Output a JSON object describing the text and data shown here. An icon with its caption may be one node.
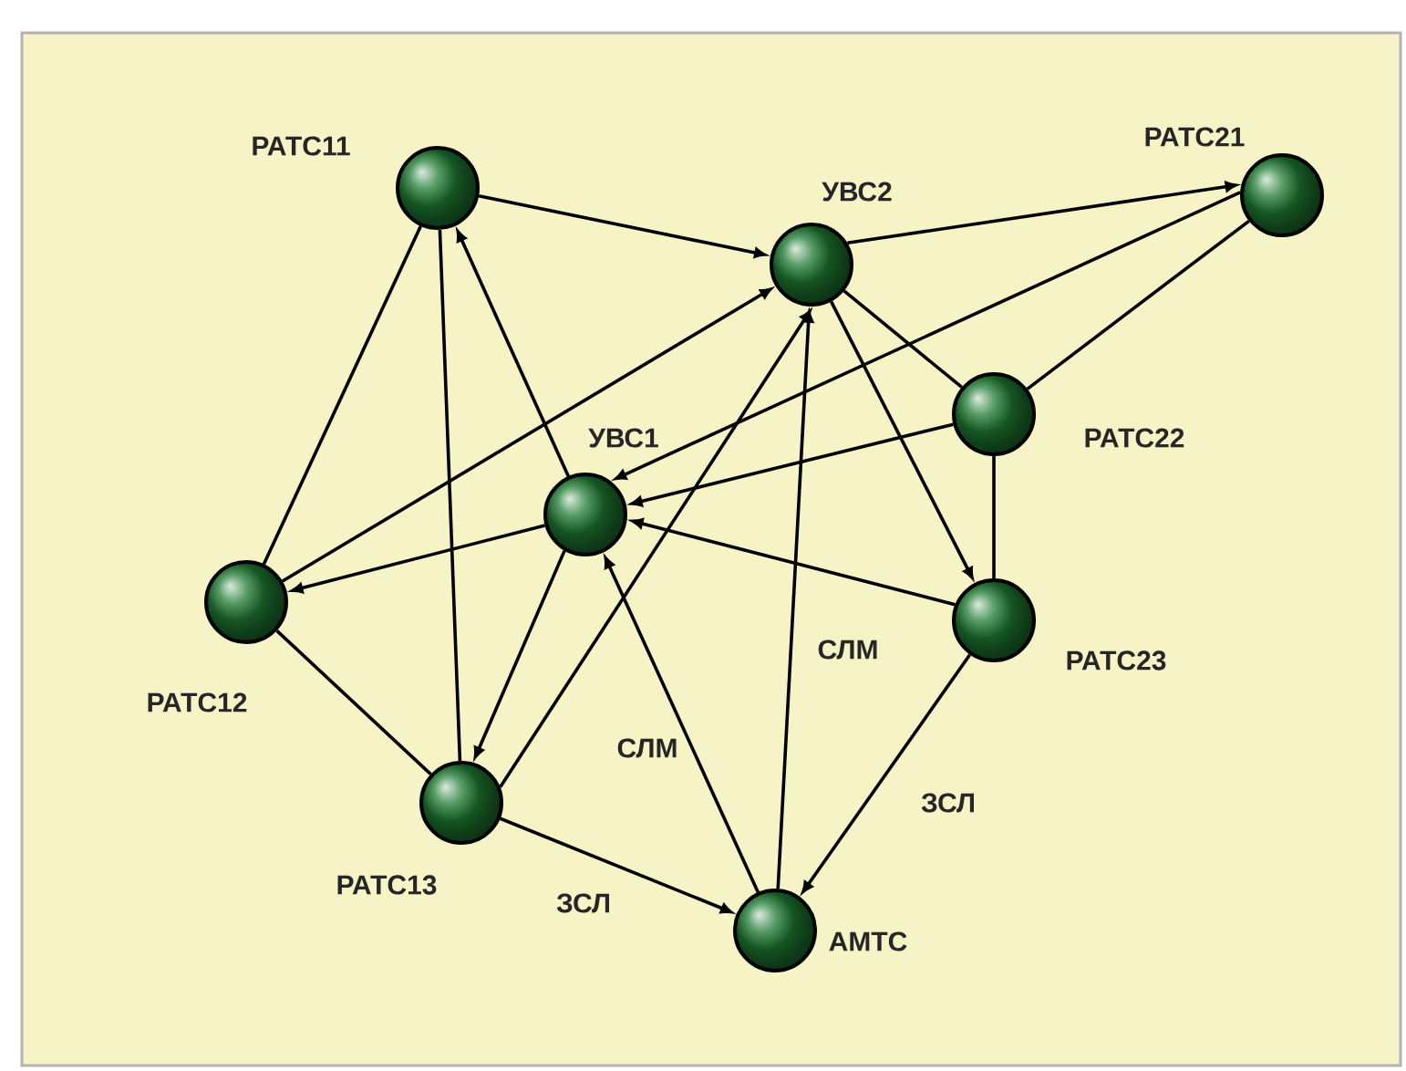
{
  "diagram": {
    "nodes": [
      {
        "text": [
          "РАТС11"
        ]
      },
      {
        "text": [
          "УВС2"
        ]
      },
      {
        "text": [
          "РАТС21"
        ]
      },
      {
        "text": [
          "УВС1"
        ]
      },
      {
        "text": [
          "РАТС22"
        ]
      },
      {
        "text": [
          "РАТС12"
        ]
      },
      {
        "text": [
          "РАТС23"
        ]
      },
      {
        "text": [
          "РАТС13"
        ]
      },
      {
        "text": [
          "АМТС"
        ]
      }
    ],
    "edges": [
      {
        "from": 0,
        "to": 1,
        "arrow": "to"
      },
      {
        "from": 1,
        "to": 2,
        "arrow": "to"
      },
      {
        "from": 3,
        "to": 0,
        "arrow": "to"
      },
      {
        "from": 0,
        "to": 5,
        "arrow": "none"
      },
      {
        "from": 0,
        "to": 7,
        "arrow": "none"
      },
      {
        "from": 5,
        "to": 1,
        "arrow": "to"
      },
      {
        "from": 3,
        "to": 5,
        "arrow": "to"
      },
      {
        "from": 2,
        "to": 3,
        "arrow": "to"
      },
      {
        "from": 2,
        "to": 4,
        "arrow": "none"
      },
      {
        "from": 4,
        "to": 3,
        "arrow": "to"
      },
      {
        "from": 1,
        "to": 4,
        "arrow": "none"
      },
      {
        "from": 1,
        "to": 6,
        "arrow": "to"
      },
      {
        "from": 4,
        "to": 6,
        "arrow": "none"
      },
      {
        "from": 6,
        "to": 3,
        "arrow": "to"
      },
      {
        "from": 6,
        "to": 8,
        "label": "ЗСЛ",
        "arrow": "to"
      },
      {
        "from": 8,
        "to": 1,
        "label": "СЛМ",
        "arrow": "to"
      },
      {
        "from": 8,
        "to": 3,
        "label": "СЛМ",
        "arrow": "to"
      },
      {
        "from": 7,
        "to": 8,
        "label": "ЗСЛ",
        "arrow": "to"
      },
      {
        "from": 5,
        "to": 7,
        "arrow": "none"
      },
      {
        "from": 3,
        "to": 7,
        "arrow": "to"
      },
      {
        "from": 7,
        "to": 1,
        "arrow": "to"
      }
    ]
  }
}
